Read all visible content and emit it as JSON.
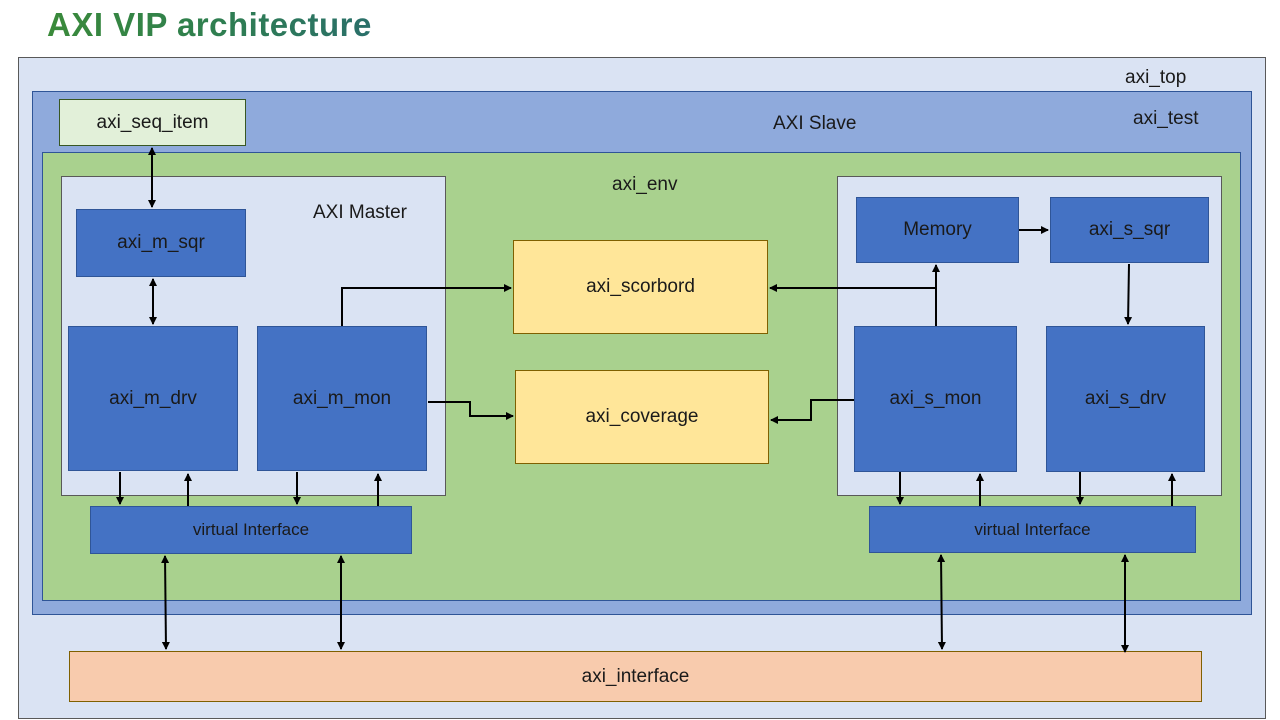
{
  "title": "AXI VIP architecture",
  "containers": {
    "top": "axi_top",
    "test": "axi_test",
    "slave": "AXI Slave",
    "env": "axi_env",
    "master": "AXI Master"
  },
  "blocks": {
    "seq_item": "axi_seq_item",
    "m_sqr": "axi_m_sqr",
    "m_drv": "axi_m_drv",
    "m_mon": "axi_m_mon",
    "scoreboard": "axi_scorbord",
    "coverage": "axi_coverage",
    "memory": "Memory",
    "s_sqr": "axi_s_sqr",
    "s_mon": "axi_s_mon",
    "s_drv": "axi_s_drv",
    "vif_master": "virtual Interface",
    "vif_slave": "virtual Interface",
    "interface": "axi_interface"
  }
}
